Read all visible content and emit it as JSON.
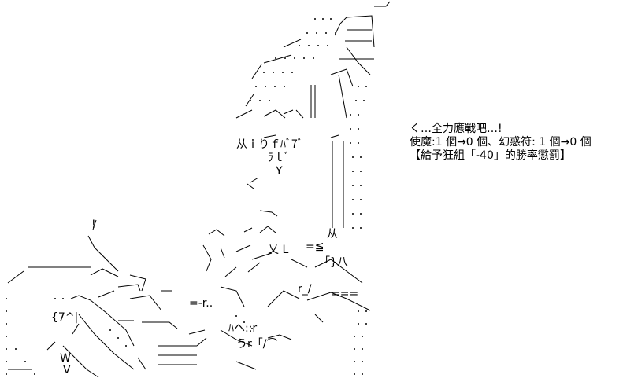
{
  "caption": {
    "line1": "く…全力應戰吧…!",
    "line2": "使魔:1 個→0 個、幻惑符: 1 個→0 個",
    "line3": "【給予狂組「-40」的勝率懲罰】"
  },
  "art": {
    "description_icon": "ascii-art-figure",
    "glyphs": {
      "hand_label": "从ｉりｆﾊﾞ7ﾞ",
      "mouth": "ﾗｌﾞ",
      "face_mark": "Y",
      "v_mark": "V",
      "w_mark": "W",
      "excl": "!",
      "x_mark": "乂 L",
      "eq_mark": "=≦",
      "bracket_mark": "「}八",
      "r_mark": "r_/",
      "triple_eq": "===",
      "seven_mark": "{7^|",
      "r_dot": "=-r..",
      "hook": "ﾊヘ::r",
      "tail": "うr「/⌒"
    }
  }
}
